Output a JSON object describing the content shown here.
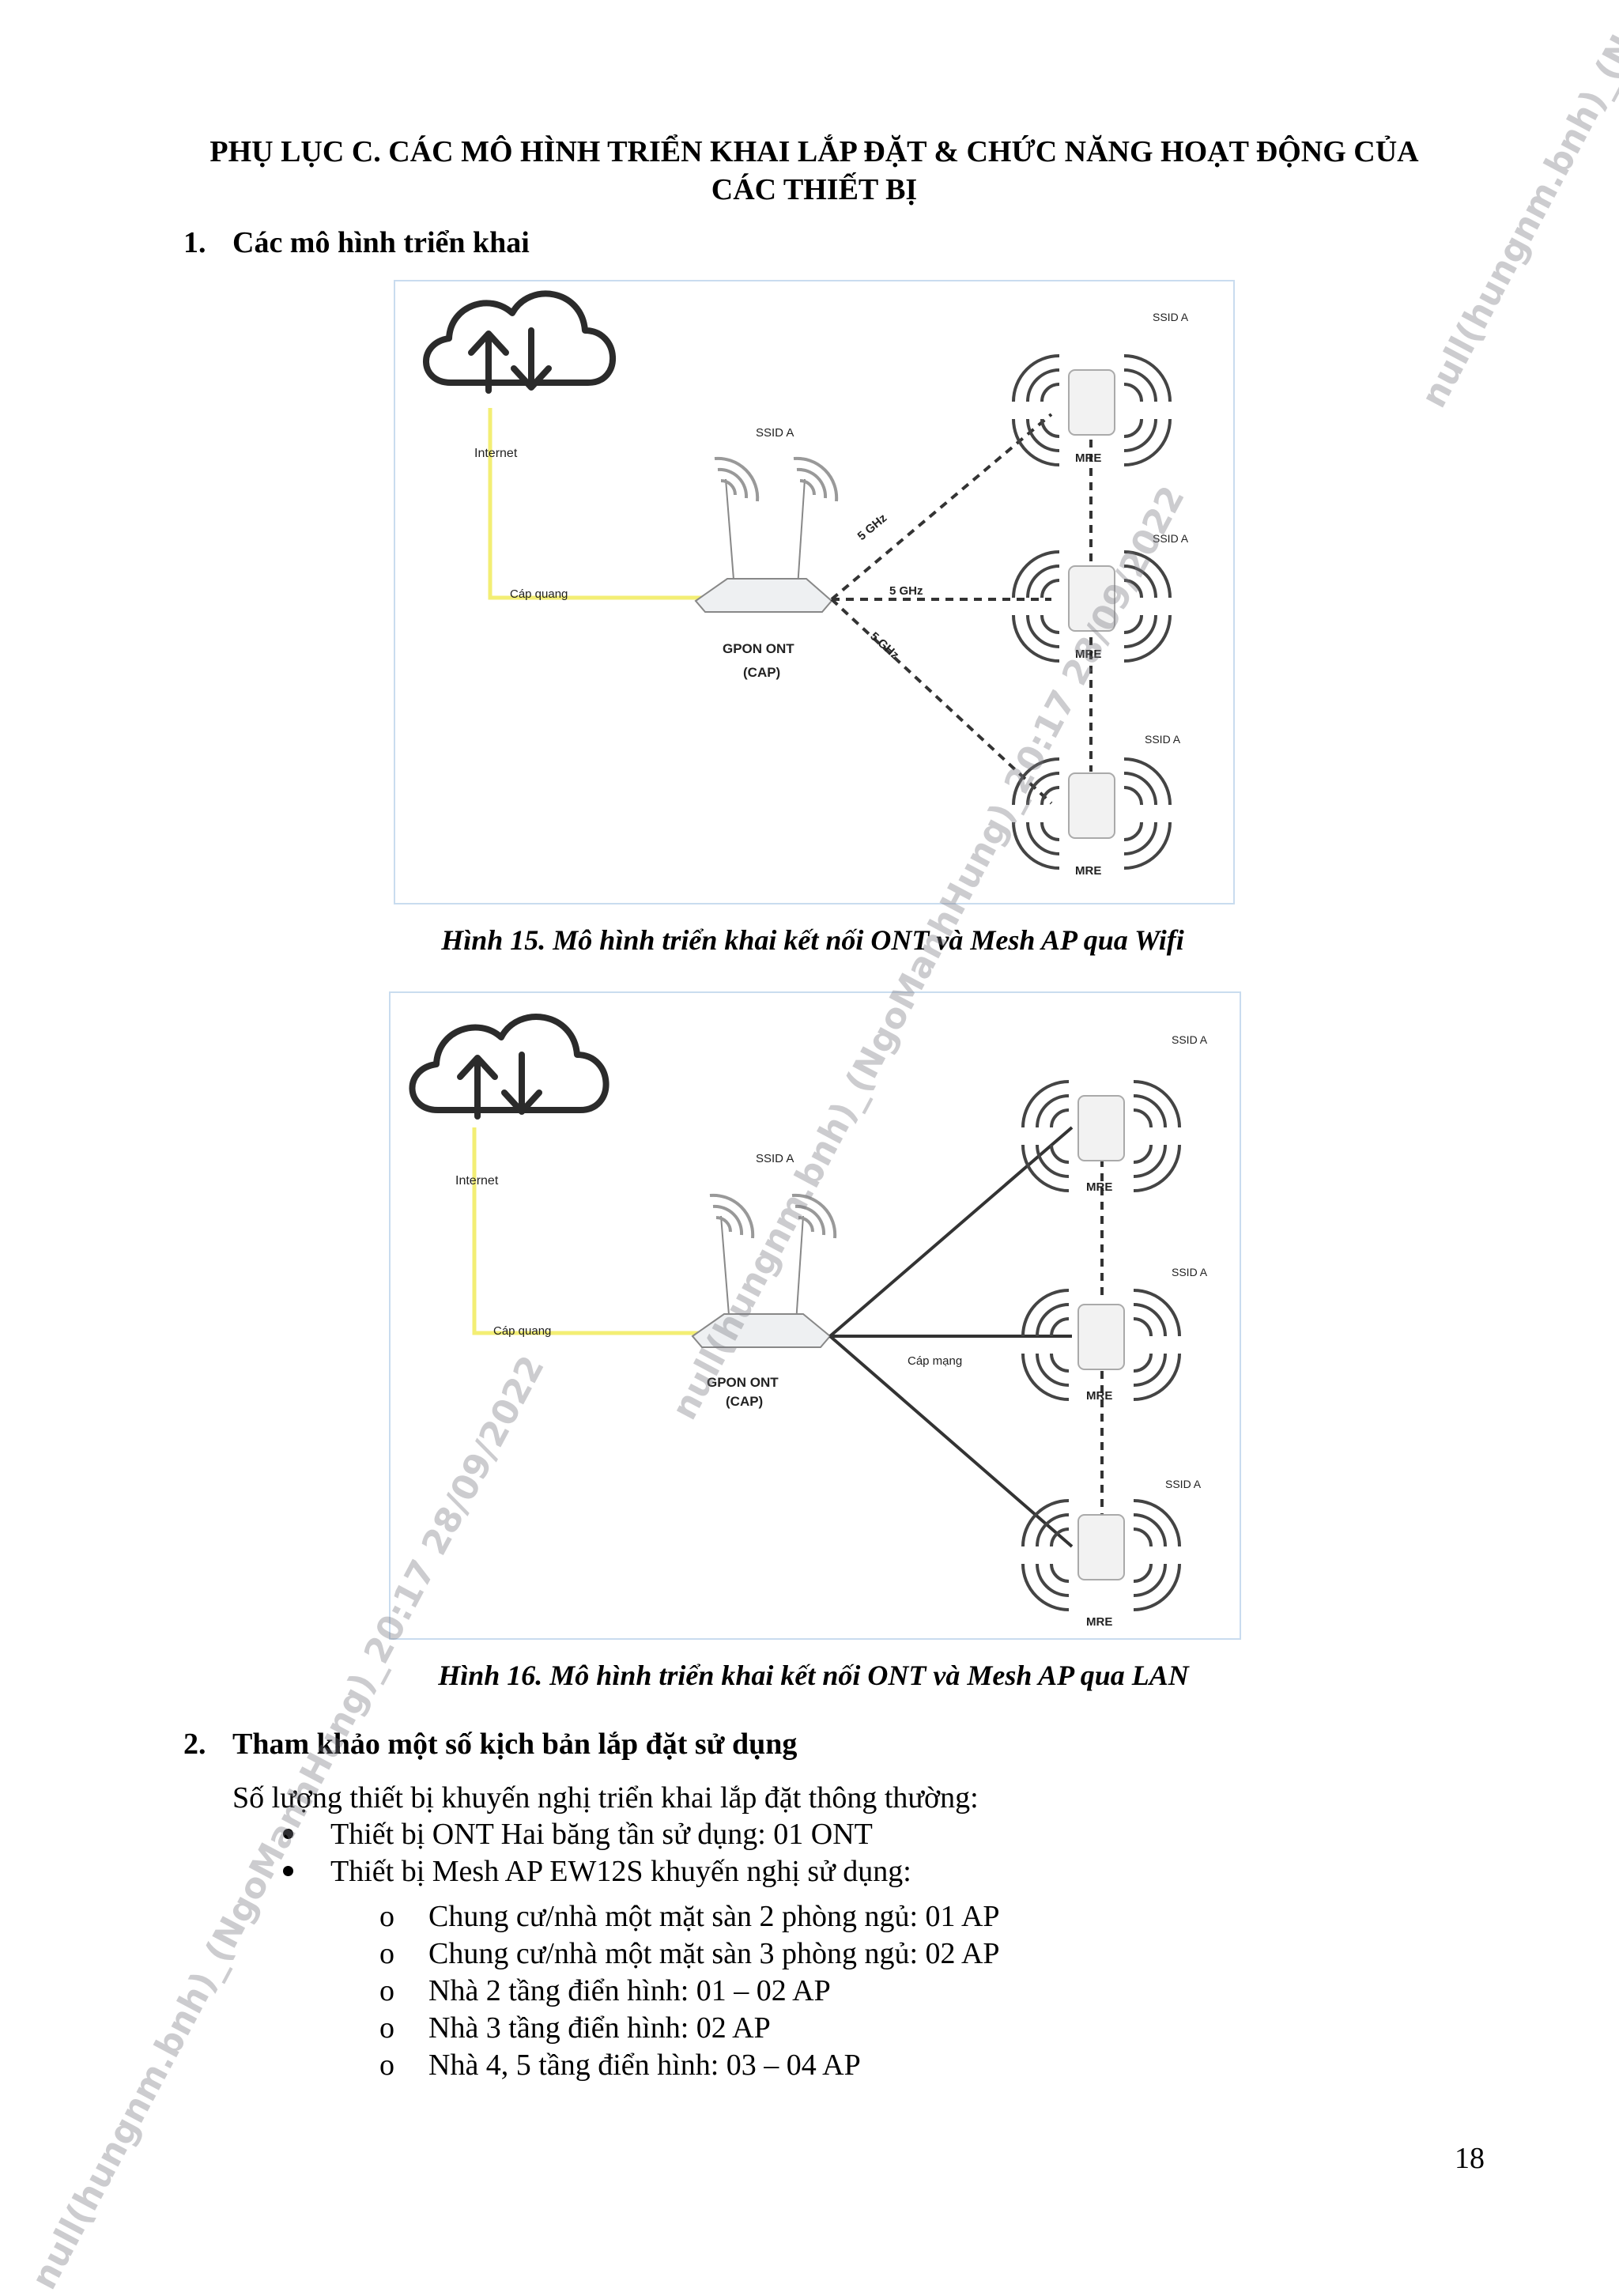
{
  "title_line1": "PHỤ LỤC C. CÁC MÔ HÌNH TRIỂN KHAI LẮP ĐẶT & CHỨC NĂNG HOẠT ĐỘNG CỦA",
  "title_line2": "CÁC THIẾT BỊ",
  "section1": {
    "number": "1.",
    "heading": "Các mô hình triển khai"
  },
  "figure15": {
    "caption": "Hình 15. Mô hình triển khai kết nối ONT và Mesh AP qua Wifi",
    "labels": {
      "internet": "Internet",
      "fiber": "Cáp quang",
      "ont": "GPON ONT",
      "cap": "(CAP)",
      "ssid": "SSID A",
      "band": "5 GHz",
      "mre": "MRE"
    }
  },
  "figure16": {
    "caption": "Hình 16. Mô hình triển khai kết nối ONT và Mesh AP qua LAN",
    "labels": {
      "internet": "Internet",
      "fiber": "Cáp quang",
      "ont": "GPON ONT",
      "cap": "(CAP)",
      "ssid": "SSID A",
      "lan": "Cáp mạng",
      "mre": "MRE"
    }
  },
  "section2": {
    "number": "2.",
    "heading": "Tham khảo một số kịch bản lắp đặt sử dụng",
    "intro": "Số lượng thiết bị khuyến nghị triển khai lắp đặt thông thường:",
    "bullets": [
      "Thiết bị ONT Hai băng tần sử dụng: 01 ONT",
      "Thiết bị Mesh AP EW12S khuyến nghị sử dụng:"
    ],
    "sub_marker": "o",
    "sub_items": [
      "Chung cư/nhà một mặt sàn 2 phòng ngủ: 01 AP",
      "Chung cư/nhà một mặt sàn 3 phòng ngủ: 02 AP",
      "Nhà 2 tầng điển hình: 01 – 02 AP",
      "Nhà 3 tầng điển hình: 02 AP",
      "Nhà 4, 5 tầng điển hình: 03 – 04 AP"
    ]
  },
  "page_number": "18",
  "watermark": "null(hungnm.bnh)_(NgoManhHung)_20:17 28/09/2022",
  "colors": {
    "fiber": "#f3ee74",
    "figure_border": "#c9dcef",
    "watermark": "#8a8a95"
  }
}
